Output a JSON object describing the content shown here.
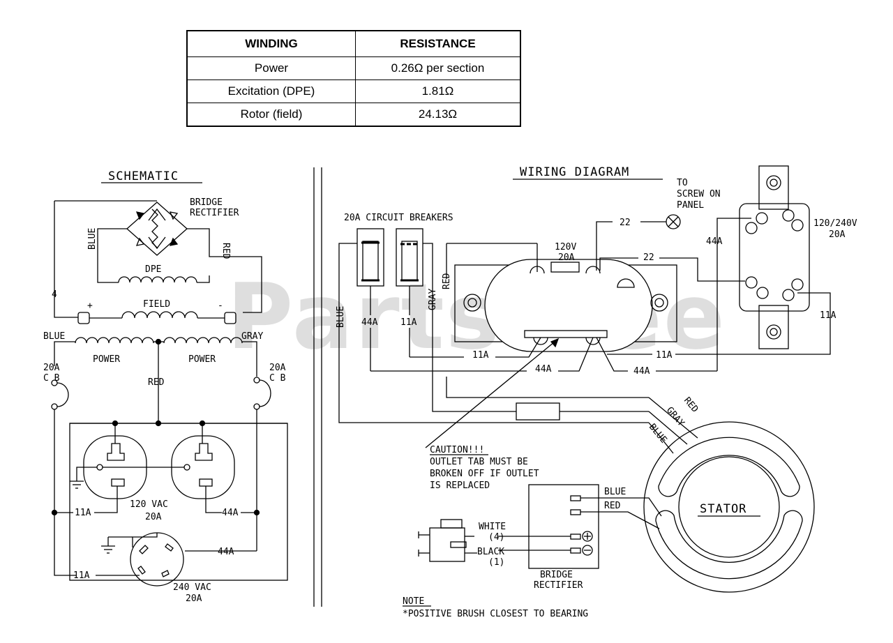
{
  "table": {
    "headers": [
      "WINDING",
      "RESISTANCE"
    ],
    "rows": [
      [
        "Power",
        "0.26Ω per section"
      ],
      [
        "Excitation (DPE)",
        "1.81Ω"
      ],
      [
        "Rotor (field)",
        "24.13Ω"
      ]
    ]
  },
  "watermark": "PartsTree",
  "schematic": {
    "title": "SCHEMATIC",
    "bridge_rectifier": [
      "BRIDGE",
      "RECTIFIER"
    ],
    "blue_vertical": "BLUE",
    "red_vertical": "RED",
    "dpe": "DPE",
    "four": "4",
    "plus": "+",
    "field": "FIELD",
    "minus": "-",
    "blue": "BLUE",
    "gray": "GRAY",
    "power_left": "POWER",
    "power_right": "POWER",
    "cb_left": [
      "20A",
      "C B"
    ],
    "cb_right": [
      "20A",
      "C B"
    ],
    "red": "RED",
    "outlet_120": [
      "120 VAC",
      "20A"
    ],
    "w11a_1": "11A",
    "w44a_1": "44A",
    "w44a_2": "44A",
    "w11a_2": "11A",
    "outlet_240": [
      "240 VAC",
      "20A"
    ]
  },
  "wiring": {
    "title": "WIRING DIAGRAM",
    "to_screw": [
      "TO",
      "SCREW ON",
      "PANEL"
    ],
    "breakers": "20A CIRCUIT BREAKERS",
    "w22_top": "22",
    "w22_mid": "22",
    "outlet_120": [
      "120V",
      "20A"
    ],
    "outlet_240": [
      "120/240V",
      "20A"
    ],
    "w44a_right": "44A",
    "w11a_right": "11A",
    "blue": "BLUE",
    "w44a_cb": "44A",
    "w11a_cb": "11A",
    "gray": "GRAY",
    "red": "RED",
    "w11a_bot": "11A",
    "w44a_bot1": "44A",
    "w44a_bot2": "44A",
    "w11a_bot2": "11A",
    "stator_red": "RED",
    "stator_gray": "GRAY",
    "stator_blue": "BLUE",
    "caution": [
      "CAUTION!!!",
      "OUTLET TAB MUST BE",
      "BROKEN OFF IF OUTLET",
      "IS REPLACED"
    ],
    "rect_blue": "BLUE",
    "rect_red": "RED",
    "white": "WHITE",
    "white_num": "(4)",
    "black": "BLACK",
    "black_num": "(1)",
    "bridge_rectifier": [
      "BRIDGE",
      "RECTIFIER"
    ],
    "stator": "STATOR",
    "note": "NOTE",
    "note_text": "*POSITIVE BRUSH CLOSEST TO BEARING"
  }
}
